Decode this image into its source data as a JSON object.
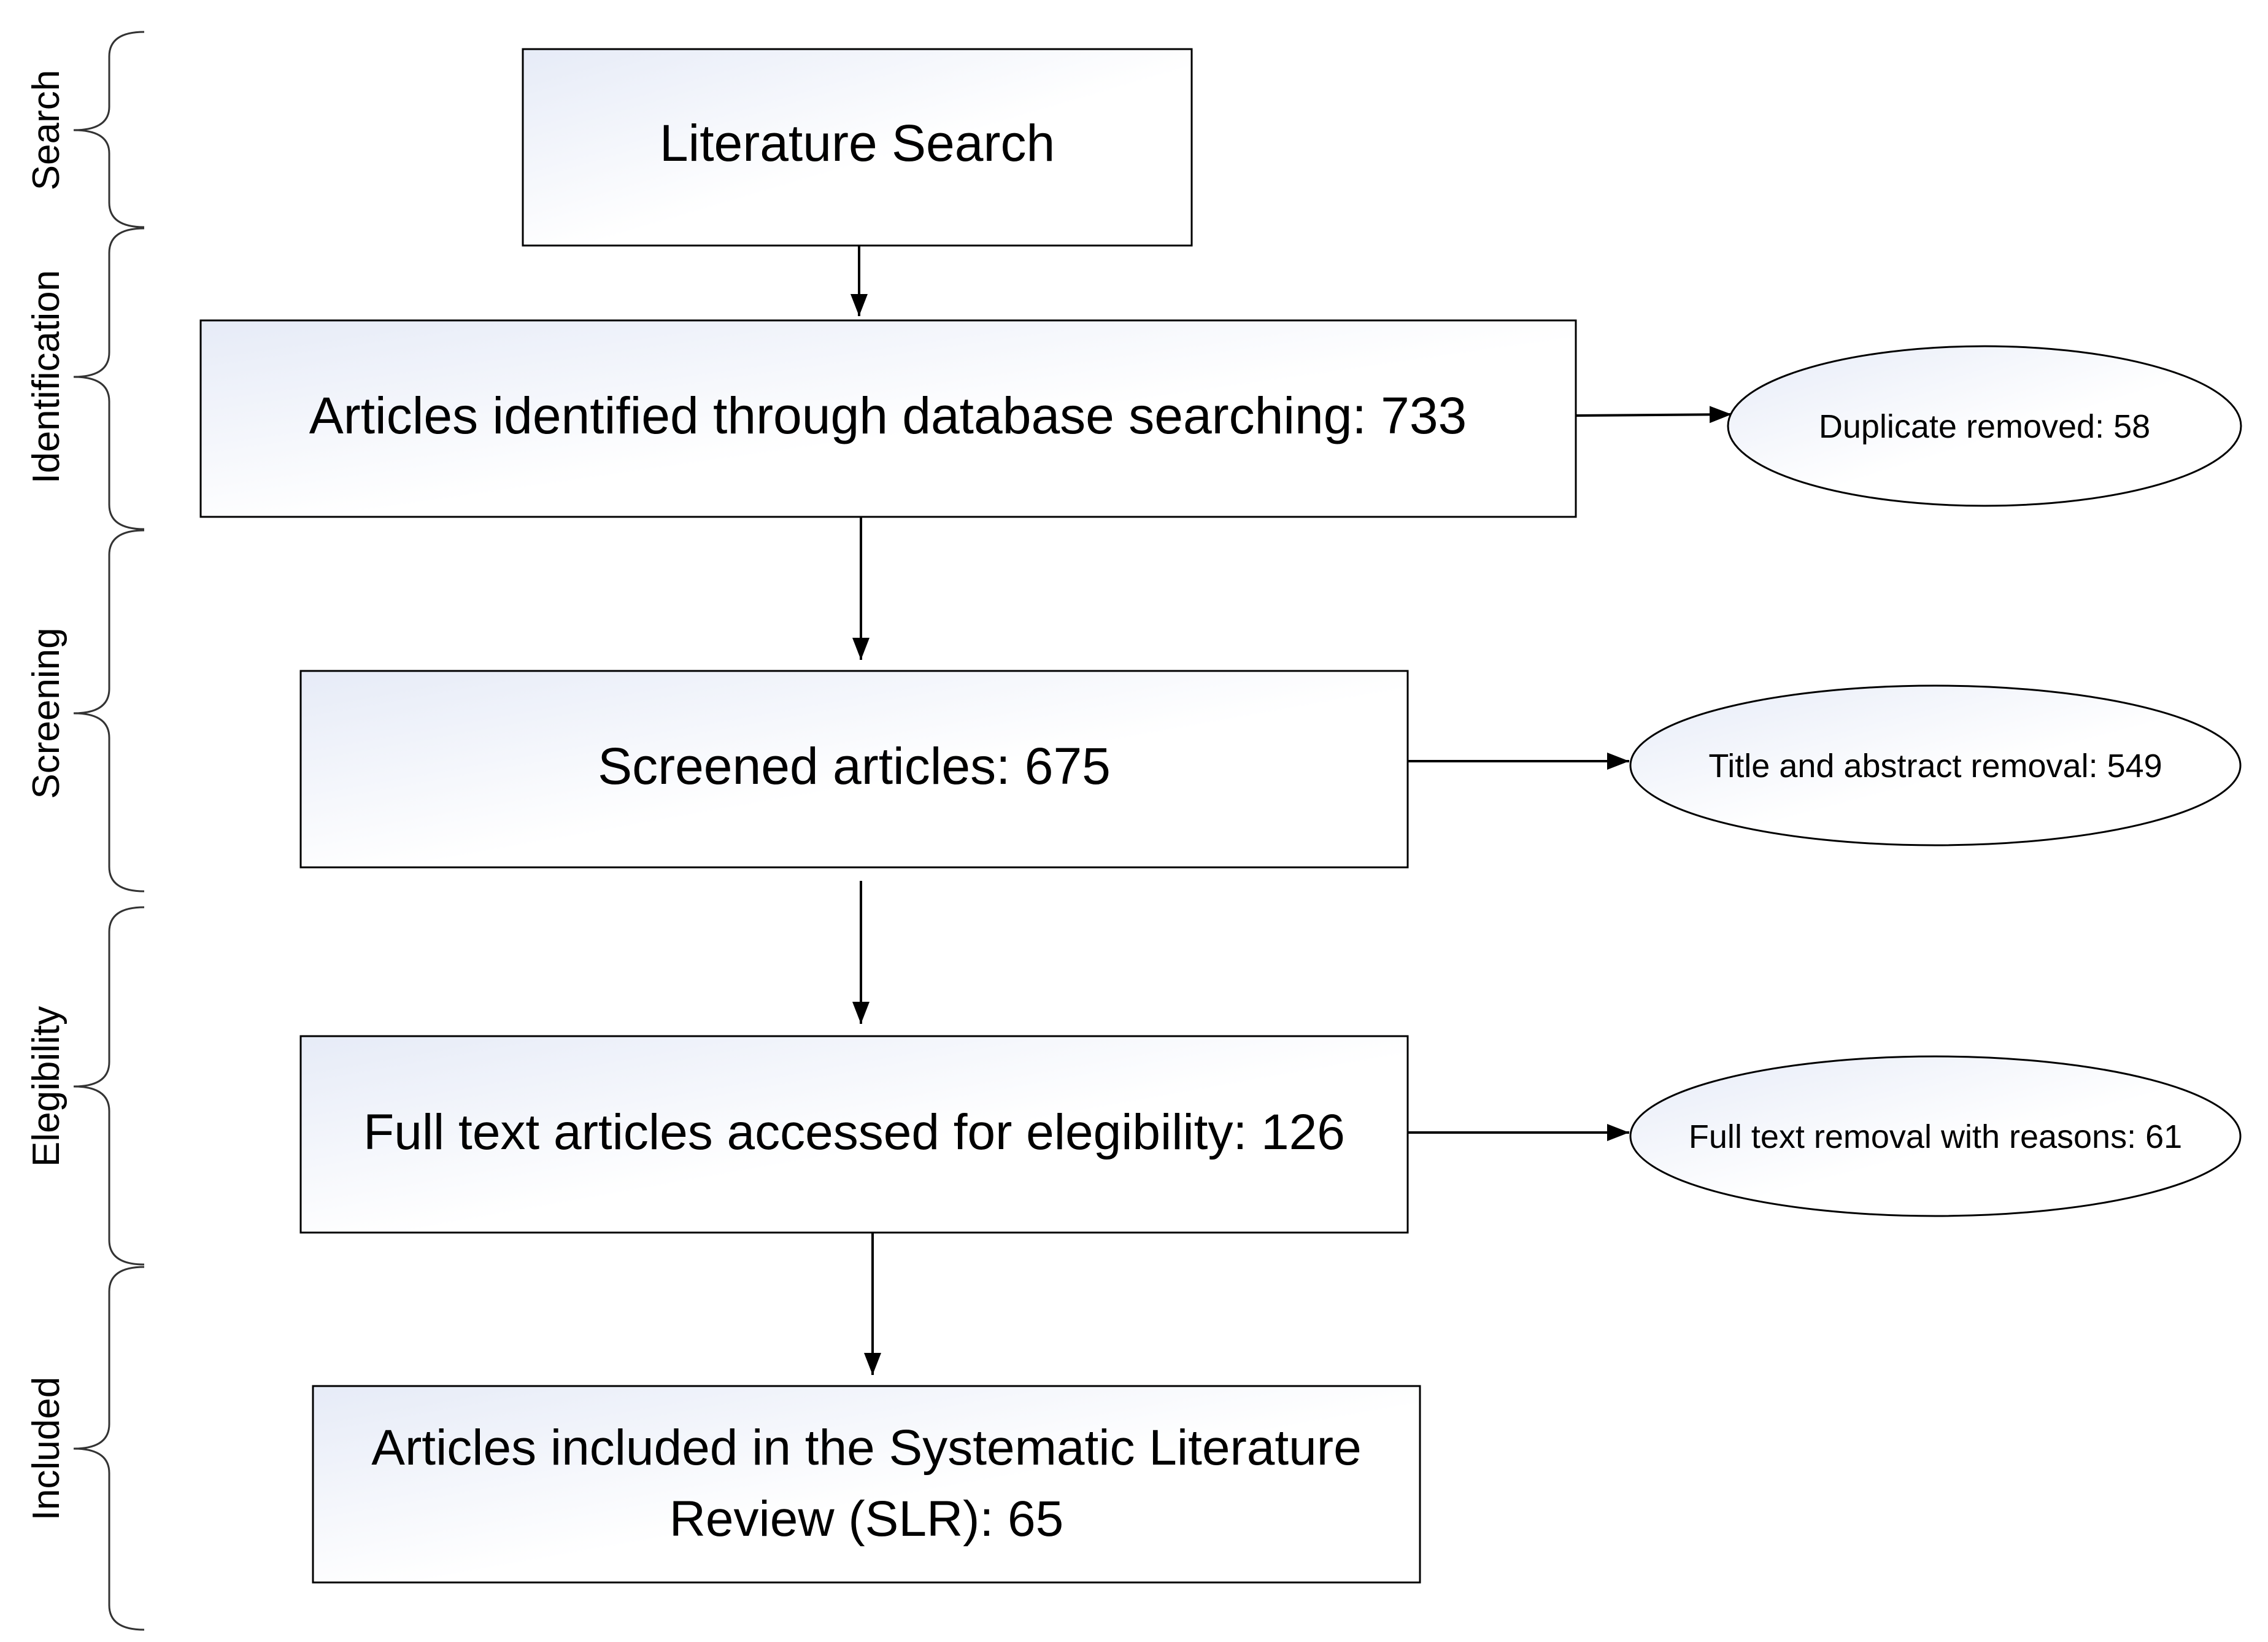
{
  "stages": [
    {
      "id": "search",
      "label": "Search"
    },
    {
      "id": "identification",
      "label": "Identification"
    },
    {
      "id": "screening",
      "label": "Screening"
    },
    {
      "id": "elegibility",
      "label": "Elegibility"
    },
    {
      "id": "included",
      "label": "Included"
    }
  ],
  "boxes": {
    "literature_search": {
      "lines": [
        "Literature Search"
      ]
    },
    "identified": {
      "lines": [
        "Articles identified through database searching: 733"
      ]
    },
    "screened": {
      "lines": [
        "Screened articles: 675"
      ]
    },
    "fulltext": {
      "lines": [
        "Full text articles accessed for elegibility: 126"
      ]
    },
    "included": {
      "lines": [
        "Articles included in the Systematic Literature",
        "Review (SLR): 65"
      ]
    }
  },
  "removals": {
    "duplicates": {
      "label": "Duplicate removed: 58"
    },
    "title_abstract": {
      "label": "Title and abstract removal: 549"
    },
    "fulltext_reasons": {
      "label": "Full text removal with reasons: 61"
    }
  },
  "colors": {
    "box_fill_start": "#e6ebf7",
    "box_fill_end": "#ffffff",
    "stroke": "#000000",
    "bracket": "#333333"
  }
}
